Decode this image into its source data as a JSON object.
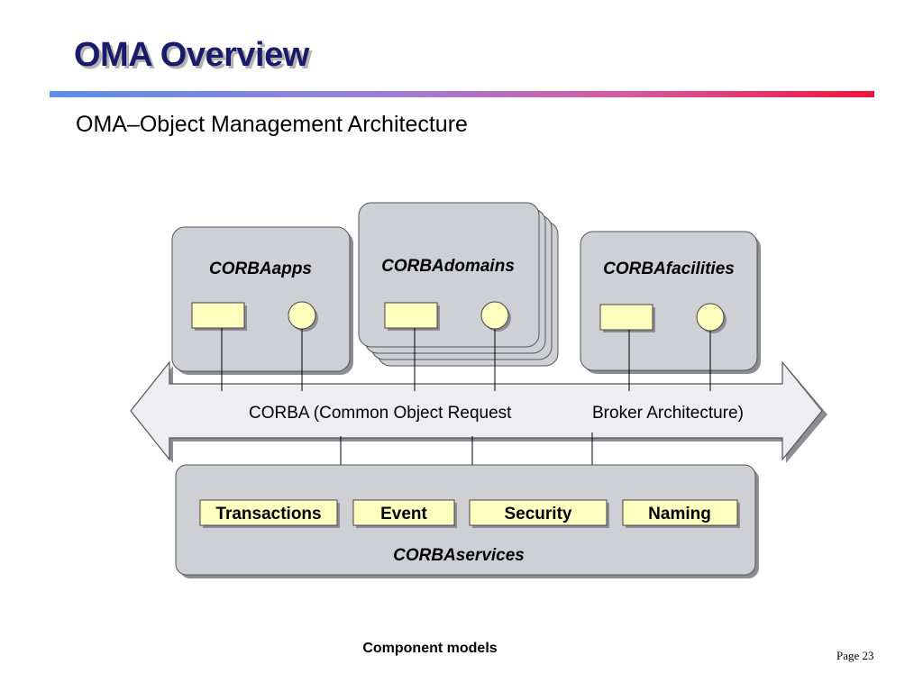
{
  "slide": {
    "title": "OMA Overview",
    "subtitle": "OMA–Object Management Architecture",
    "page_number": "Page 23"
  },
  "diagram": {
    "corba_apps": {
      "label": "CORBAapps"
    },
    "corba_domains": {
      "label": "CORBAdomains"
    },
    "corba_facilities": {
      "label": "CORBAfacilities"
    },
    "orb_bus": {
      "label_part1": "CORBA (Common Object Request",
      "label_part2": "Broker Architecture)"
    },
    "corba_services": {
      "label": "CORBAservices",
      "services": [
        "Transactions",
        "Event",
        "Security",
        "Naming"
      ]
    },
    "component_models": {
      "label": "Component models"
    },
    "colors": {
      "box_fill": "#cfcfd6",
      "box_shadow": "#8c8c94",
      "element_fill": "#ffffc0",
      "bus_fill": "#ededf2",
      "title_color": "#1a1a6b"
    }
  }
}
